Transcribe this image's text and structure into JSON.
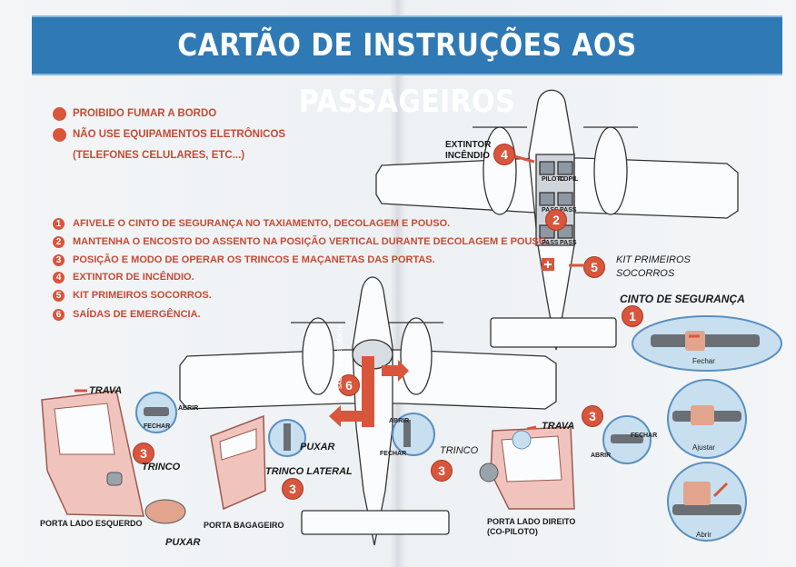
{
  "title": "CARTÃO DE INSTRUÇÕES AOS PASSAGEIROS",
  "warnings": [
    "PROIBIDO FUMAR A BORDO",
    "NÃO USE EQUIPAMENTOS ELETRÔNICOS",
    "(TELEFONES CELULARES, ETC...)"
  ],
  "items": [
    {
      "num": "1",
      "text": "AFIVELE O CINTO DE SEGURANÇA NO TAXIAMENTO, DECOLAGEM E POUSO."
    },
    {
      "num": "2",
      "text": "MANTENHA O ENCOSTO DO ASSENTO NA POSIÇÃO VERTICAL DURANTE DECOLAGEM E POUSO."
    },
    {
      "num": "3",
      "text": "POSIÇÃO E MODO DE OPERAR OS TRINCOS E MAÇANETAS DAS PORTAS."
    },
    {
      "num": "4",
      "text": "EXTINTOR DE INCÊNDIO."
    },
    {
      "num": "5",
      "text": "KIT PRIMEIROS SOCORROS."
    },
    {
      "num": "6",
      "text": "SAÍDAS DE EMERGÊNCIA."
    }
  ],
  "plane_top": {
    "extintor": "EXTINTOR",
    "incendio": "INCÊNDIO",
    "badge_4": "4",
    "badge_2": "2",
    "badge_5": "5",
    "piloto": "PILOTO",
    "copil": "COPIL",
    "pass": "PASS",
    "kit_line1": "KIT PRIMEIROS",
    "kit_line2": "SOCORROS"
  },
  "belt": {
    "title": "CINTO DE SEGURANÇA",
    "badge": "1",
    "fechar": "Fechar",
    "ajustar": "Ajustar",
    "abrir": "Abrir"
  },
  "plane_bottom": {
    "badge_6": "6",
    "exit_text": "SAÍDA DE EMERGÊNCIA",
    "abrir": "ABRIR",
    "fechar": "FECHAR",
    "trinco": "TRINCO",
    "badge_3": "3"
  },
  "left_door": {
    "trava": "TRAVA",
    "fechar": "FECHAR",
    "abrir": "ABRIR",
    "trinco": "TRINCO",
    "badge_3": "3",
    "caption": "PORTA LADO ESQUERDO",
    "puxar": "PUXAR"
  },
  "baggage_door": {
    "puxar": "PUXAR",
    "trinco_lateral": "TRINCO LATERAL",
    "badge_3": "3",
    "caption": "PORTA BAGAGEIRO"
  },
  "right_door": {
    "trava": "TRAVA",
    "badge_3": "3",
    "fechar": "FECHAR",
    "abrir": "ABRIR",
    "caption_line1": "PORTA LADO DIREITO",
    "caption_line2": "(CO-PILOTO)"
  }
}
